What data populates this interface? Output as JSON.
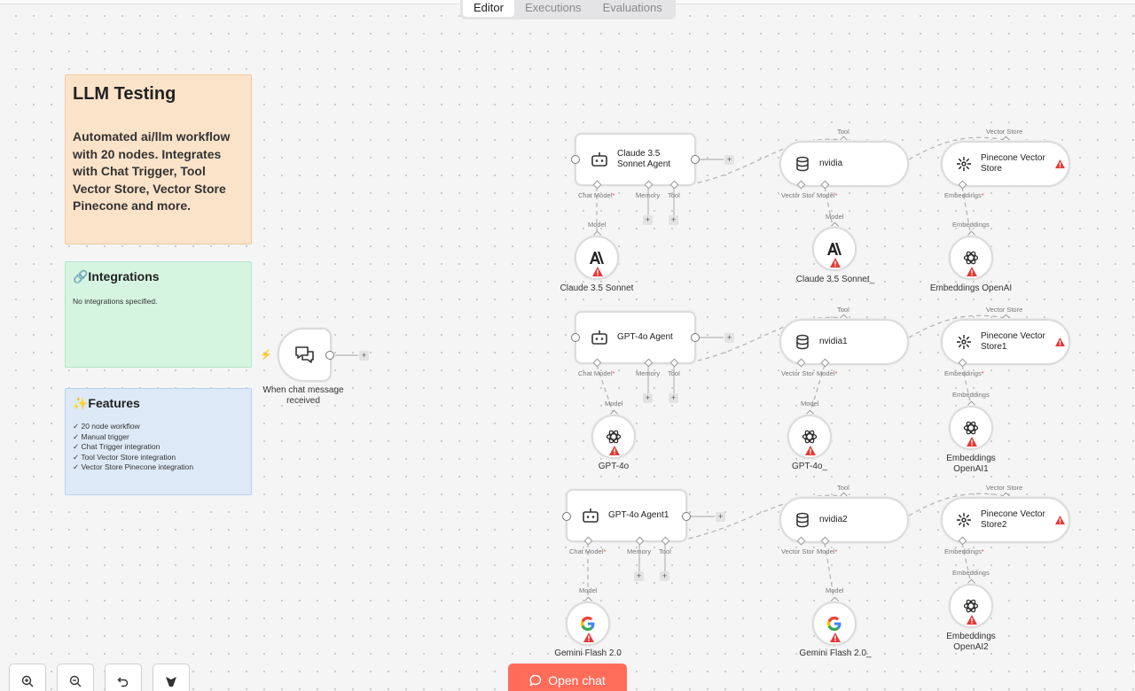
{
  "tabs": [
    "Editor",
    "Executions",
    "Evaluations"
  ],
  "notes": {
    "llm": {
      "title": "LLM Testing",
      "body": "Automated ai/llm workflow with 20 nodes. Integrates with Chat Trigger, Tool Vector Store, Vector Store Pinecone and more."
    },
    "integrations": {
      "title": "🔗Integrations",
      "body": "No integrations specified."
    },
    "features": {
      "title": "✨Features",
      "items": [
        "✓ 20 node workflow",
        "✓ Manual trigger",
        "✓ Chat Trigger integration",
        "✓ Tool Vector Store integration",
        "✓ Vector Store Pinecone integration"
      ]
    }
  },
  "trigger": {
    "label": "When chat message received"
  },
  "agents": [
    {
      "label": "Claude 3.5 Sonnet Agent"
    },
    {
      "label": "GPT-4o Agent"
    },
    {
      "label": "GPT-4o Agent1"
    }
  ],
  "models": [
    "Claude 3.5 Sonnet",
    "GPT-4o",
    "Gemini Flash 2.0"
  ],
  "vector_tools": [
    "nvidia",
    "nvidia1",
    "nvidia2"
  ],
  "tool_models": [
    "Claude 3.5 Sonnet_",
    "GPT-4o_",
    "Gemini Flash 2.0_"
  ],
  "pinecone": [
    "Pinecone Vector Store",
    "Pinecone Vector Store1",
    "Pinecone Vector Store2"
  ],
  "embeddings": [
    "Embeddings OpenAI",
    "Embeddings OpenAI1",
    "Embeddings OpenAI2"
  ],
  "port_labels": {
    "chat_model": "Chat Model",
    "memory": "Memory",
    "tool": "Tool",
    "model": "Model",
    "vector_store": "Vector Store",
    "vector_store_short": "Vector Stor",
    "embeddings": "Embeddings",
    "required": "*"
  },
  "plus_sign": "+",
  "controls": [
    "zoom-in-icon",
    "zoom-out-icon",
    "undo-icon",
    "tidy-up-icon"
  ],
  "open_chat": "Open chat",
  "colors": {
    "accent": "#ff6d5a",
    "warning": "#e53935",
    "edge": "#b5b5b5"
  }
}
